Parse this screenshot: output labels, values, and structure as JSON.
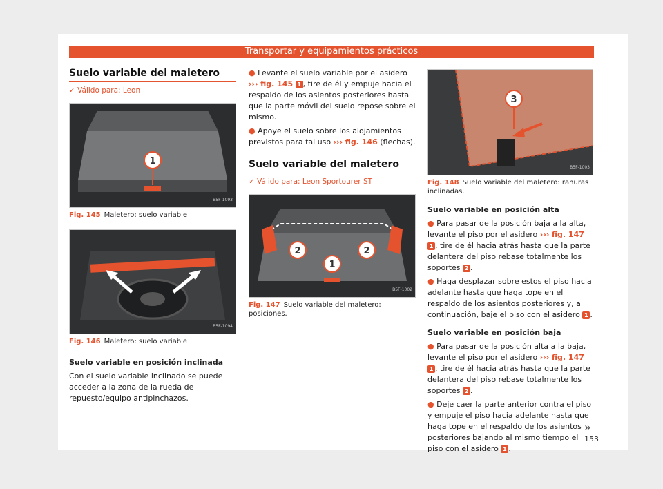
{
  "header": {
    "title": "Transportar y equipamientos prácticos"
  },
  "left": {
    "title": "Suelo variable del maletero",
    "valid": "Válido para: Leon",
    "fig145": {
      "num": "Fig. 145",
      "caption": "Maletero: suelo variable",
      "code": "B5F-1093",
      "callout": "1"
    },
    "fig146": {
      "num": "Fig. 146",
      "caption": "Maletero: suelo variable",
      "code": "B5F-1094"
    },
    "sub1": "Suelo variable en posición inclinada",
    "para1": "Con el suelo variable inclinado se puede acceder a la zona de la rueda de repuesto/equipo antipinchazos."
  },
  "middle": {
    "b1_pre": "Levante el suelo variable por el asidero",
    "b1_arrow": "›››",
    "b1_ref": "fig. 145",
    "b1_num": "1",
    "b1_post": ", tire de él y empuje hacia el respaldo de los asientos posteriores hasta que la parte móvil del suelo repose sobre el mismo.",
    "b2_pre": "Apoye el suelo sobre los alojamientos previstos para tal uso",
    "b2_arrow": "›››",
    "b2_ref": "fig. 146",
    "b2_post": "(flechas).",
    "title2": "Suelo variable del maletero",
    "valid2": "Válido para: Leon Sportourer ST",
    "fig147": {
      "num": "Fig. 147",
      "caption": "Suelo variable del maletero: posiciones.",
      "code": "B5F-1002",
      "c1": "1",
      "c2": "2",
      "c3": "2"
    }
  },
  "right": {
    "fig148": {
      "num": "Fig. 148",
      "caption": "Suelo variable del maletero: ranuras inclinadas.",
      "code": "B5F-1003",
      "callout": "3"
    },
    "sub_alta": "Suelo variable en posición alta",
    "a1_pre": "Para pasar de la posición baja a la alta, levante el piso por el asidero",
    "a1_arrow": "›››",
    "a1_ref": "fig. 147",
    "a1_num": "1",
    "a1_mid": ", tire de él hacia atrás hasta que la parte delantera del piso rebase totalmente los soportes",
    "a1_num2": "2",
    "a1_end": ".",
    "a2_pre": "Haga desplazar sobre estos el piso hacia adelante hasta que haga tope en el respaldo de los asientos posteriores y, a continuación, baje el piso con el asidero",
    "a2_num": "1",
    "a2_end": ".",
    "sub_baja": "Suelo variable en posición baja",
    "c1_pre": "Para pasar de la posición alta a la baja, levante el piso por el asidero",
    "c1_arrow": "›››",
    "c1_ref": "fig. 147",
    "c1_num": "1",
    "c1_mid": ", tire de él hacia atrás hasta que la parte delantera del piso rebase totalmente los soportes",
    "c1_num2": "2",
    "c1_end": ".",
    "c2_pre": "Deje caer la parte anterior contra el piso y empuje el piso hacia adelante hasta que haga tope en el respaldo de los asientos posteriores bajando al mismo tiempo el piso con el asidero",
    "c2_num": "1",
    "c2_end": "."
  },
  "footer": {
    "next": "»",
    "page": "153"
  }
}
